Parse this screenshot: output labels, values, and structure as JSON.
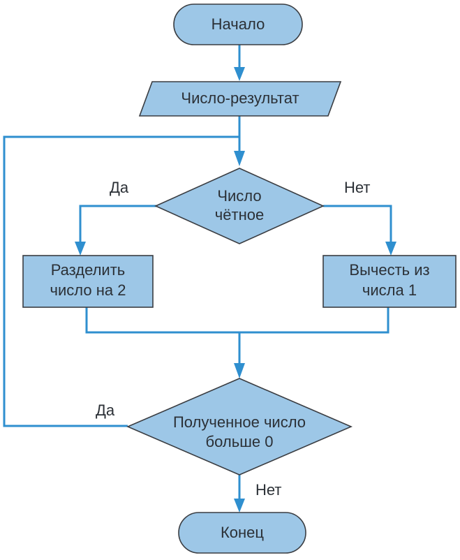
{
  "colors": {
    "shape_fill": "#9dc7e7",
    "connector": "#2f8fcf",
    "outline": "#3a3d42",
    "text": "#2b3036"
  },
  "nodes": {
    "start": {
      "text": "Начало"
    },
    "input": {
      "text": "Число-результат"
    },
    "check_even": {
      "lines": [
        "Число",
        "чётное"
      ]
    },
    "divide": {
      "lines": [
        "Разделить",
        "число на 2"
      ]
    },
    "subtract": {
      "lines": [
        "Вычесть из",
        "числа 1"
      ]
    },
    "check_positive": {
      "lines": [
        "Полученное число",
        "больше 0"
      ]
    },
    "end": {
      "text": "Конец"
    }
  },
  "edge_labels": {
    "even_yes": "Да",
    "even_no": "Нет",
    "positive_yes": "Да",
    "positive_no": "Нет"
  }
}
